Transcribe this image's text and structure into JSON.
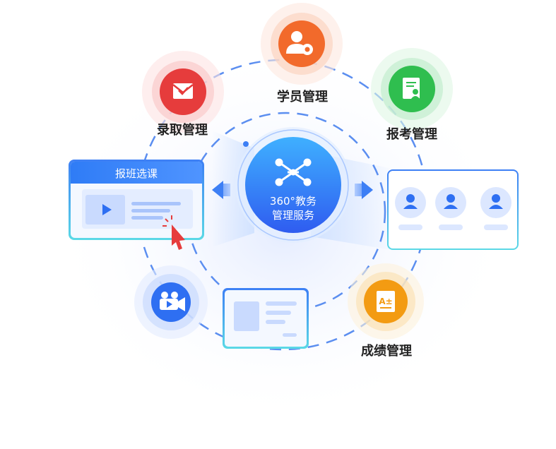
{
  "hub": {
    "line1": "360°教务",
    "line2": "管理服务"
  },
  "modules": {
    "student": {
      "label": "学员管理",
      "icon": "student-gear-icon",
      "color": "#f26a2b"
    },
    "admission": {
      "label": "录取管理",
      "icon": "admission-envelope-icon",
      "color": "#e63c3c"
    },
    "exam": {
      "label": "报考管理",
      "icon": "exam-document-icon",
      "color": "#2fbe4f"
    },
    "grade": {
      "label": "成绩管理",
      "icon": "grade-document-icon",
      "color": "#f39b12"
    },
    "video": {
      "label": "",
      "icon": "video-camera-icon",
      "color": "#2e6ff2"
    }
  },
  "class_card": {
    "title": "报班选课",
    "header_color": "#3d7ff5"
  },
  "colors": {
    "accent": "#3d7ff5",
    "ring": "#5b8ef0",
    "teal": "#62d6e0"
  }
}
